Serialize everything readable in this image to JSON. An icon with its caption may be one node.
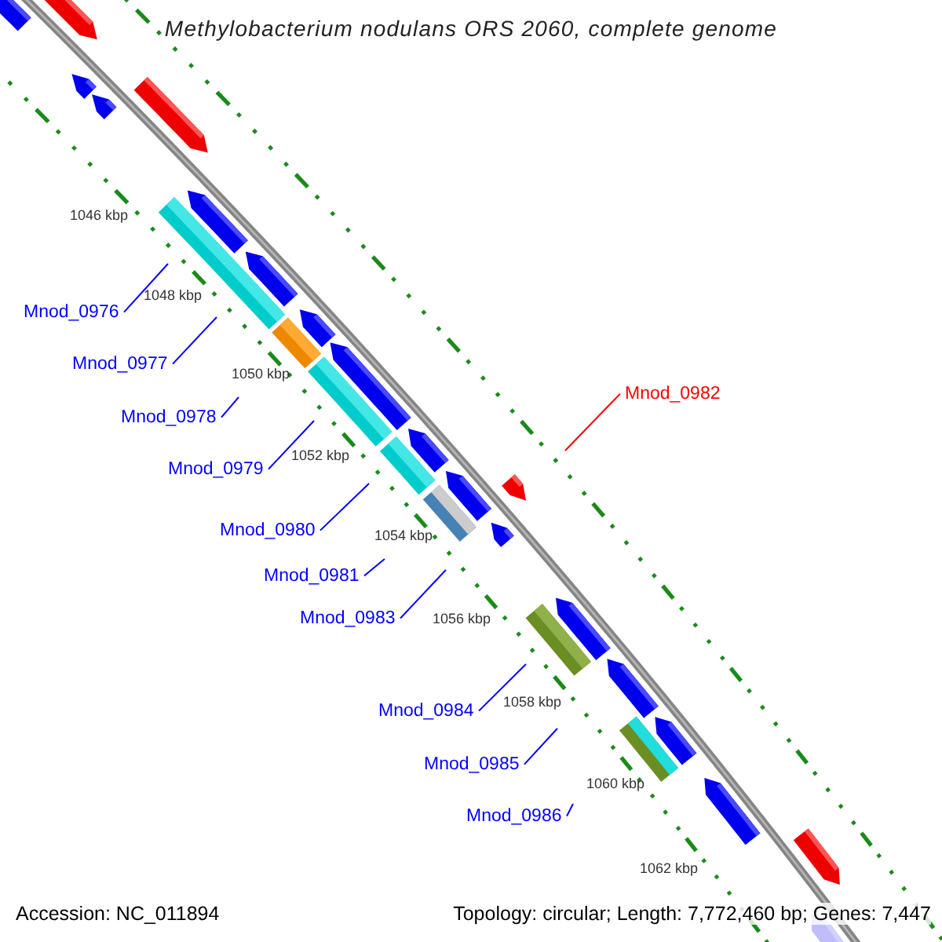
{
  "diagram": {
    "title": "Methylobacterium nodulans ORS 2060, complete genome",
    "nodes": [
      {
        "text": [
          "Mnod_0976"
        ]
      },
      {
        "text": [
          "Mnod_0977"
        ]
      },
      {
        "text": [
          "Mnod_0978"
        ]
      },
      {
        "text": [
          "Mnod_0979"
        ]
      },
      {
        "text": [
          "Mnod_0980"
        ]
      },
      {
        "text": [
          "Mnod_0981"
        ]
      },
      {
        "text": [
          "Mnod_0982"
        ]
      },
      {
        "text": [
          "Mnod_0983"
        ]
      },
      {
        "text": [
          "Mnod_0984"
        ]
      },
      {
        "text": [
          "Mnod_0985"
        ]
      },
      {
        "text": [
          "Mnod_0986"
        ]
      }
    ],
    "edges": [
      {
        "from": 0,
        "to": null,
        "arrow": "none"
      },
      {
        "from": 1,
        "to": null,
        "arrow": "none"
      },
      {
        "from": 2,
        "to": null,
        "arrow": "none"
      },
      {
        "from": 3,
        "to": null,
        "arrow": "none"
      },
      {
        "from": 4,
        "to": null,
        "arrow": "none"
      },
      {
        "from": 5,
        "to": null,
        "arrow": "none"
      },
      {
        "from": 6,
        "to": null,
        "arrow": "none",
        "color": "#ff0000"
      },
      {
        "from": 7,
        "to": null,
        "arrow": "none"
      },
      {
        "from": 8,
        "to": null,
        "arrow": "none"
      },
      {
        "from": 9,
        "to": null,
        "arrow": "none"
      },
      {
        "from": 10,
        "to": null,
        "arrow": "none"
      }
    ],
    "labels": [
      "1046 kbp",
      "1048 kbp",
      "1050 kbp",
      "1052 kbp",
      "1054 kbp",
      "1056 kbp",
      "1058 kbp",
      "1060 kbp",
      "1062 kbp",
      "Accession: NC_011894",
      "Topology: circular; Length: 7,772,460 bp; Genes: 7,447"
    ]
  }
}
